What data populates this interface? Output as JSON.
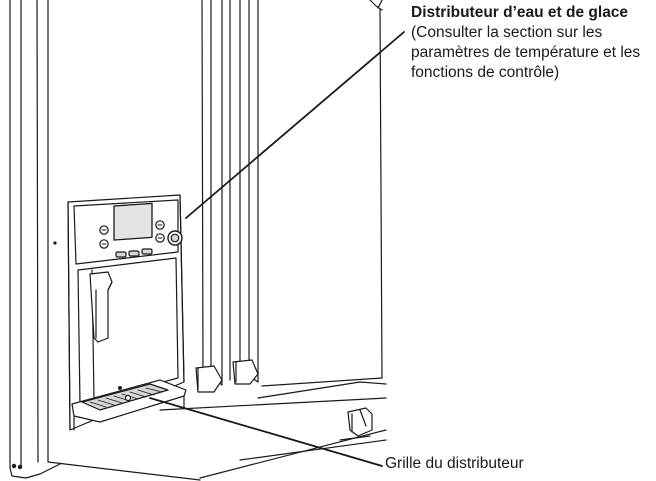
{
  "callouts": {
    "dispenser": {
      "title": "Distributeur d’eau et de glace",
      "note": "(Consulter la section sur les paramètres de température et les fonctions de contrôle)"
    },
    "grille": {
      "label": "Grille du distributeur"
    }
  },
  "colors": {
    "line": "#1a1a1a",
    "shade": "#d6d6d6",
    "display": "#e4e4e4"
  }
}
